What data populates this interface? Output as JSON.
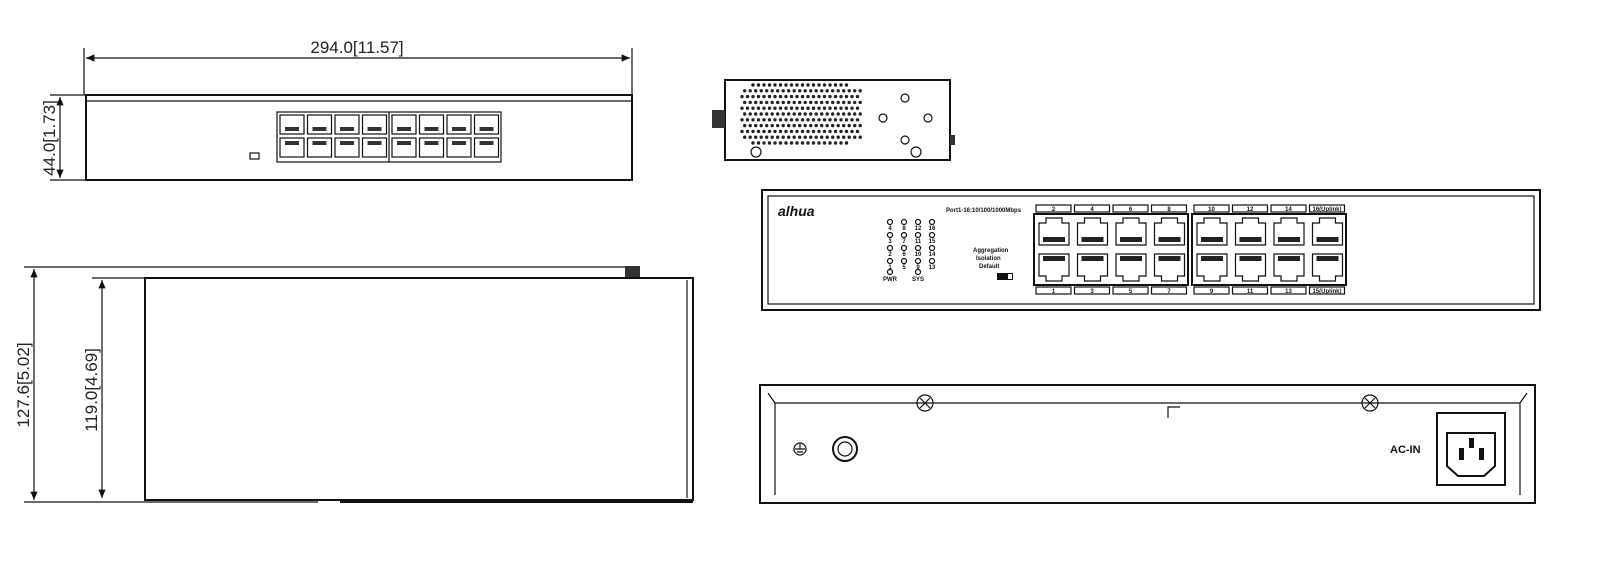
{
  "dimensions": {
    "width": "294.0[11.57]",
    "height": "44.0[1.73]",
    "depth_total": "127.6[5.02]",
    "depth_body": "119.0[4.69]"
  },
  "front_panel": {
    "brand": "alhua",
    "port_spec": "Port1-16:10/100/1000Mbps",
    "led_columns": [
      [
        "4",
        "3",
        "2",
        "1"
      ],
      [
        "8",
        "7",
        "6",
        "5"
      ],
      [
        "12",
        "11",
        "10",
        "9"
      ],
      [
        "16",
        "15",
        "14",
        "13"
      ]
    ],
    "status_leds": [
      "PWR",
      "SYS"
    ],
    "switch_modes": [
      "Aggregation",
      "Isolation",
      "Default"
    ],
    "top_port_labels": [
      "2",
      "4",
      "6",
      "8",
      "10",
      "12",
      "14",
      "16(Uplink)"
    ],
    "bottom_port_labels": [
      "1",
      "3",
      "5",
      "7",
      "9",
      "11",
      "13",
      "15(Uplink)"
    ]
  },
  "rear_panel": {
    "power_label": "AC-IN"
  }
}
